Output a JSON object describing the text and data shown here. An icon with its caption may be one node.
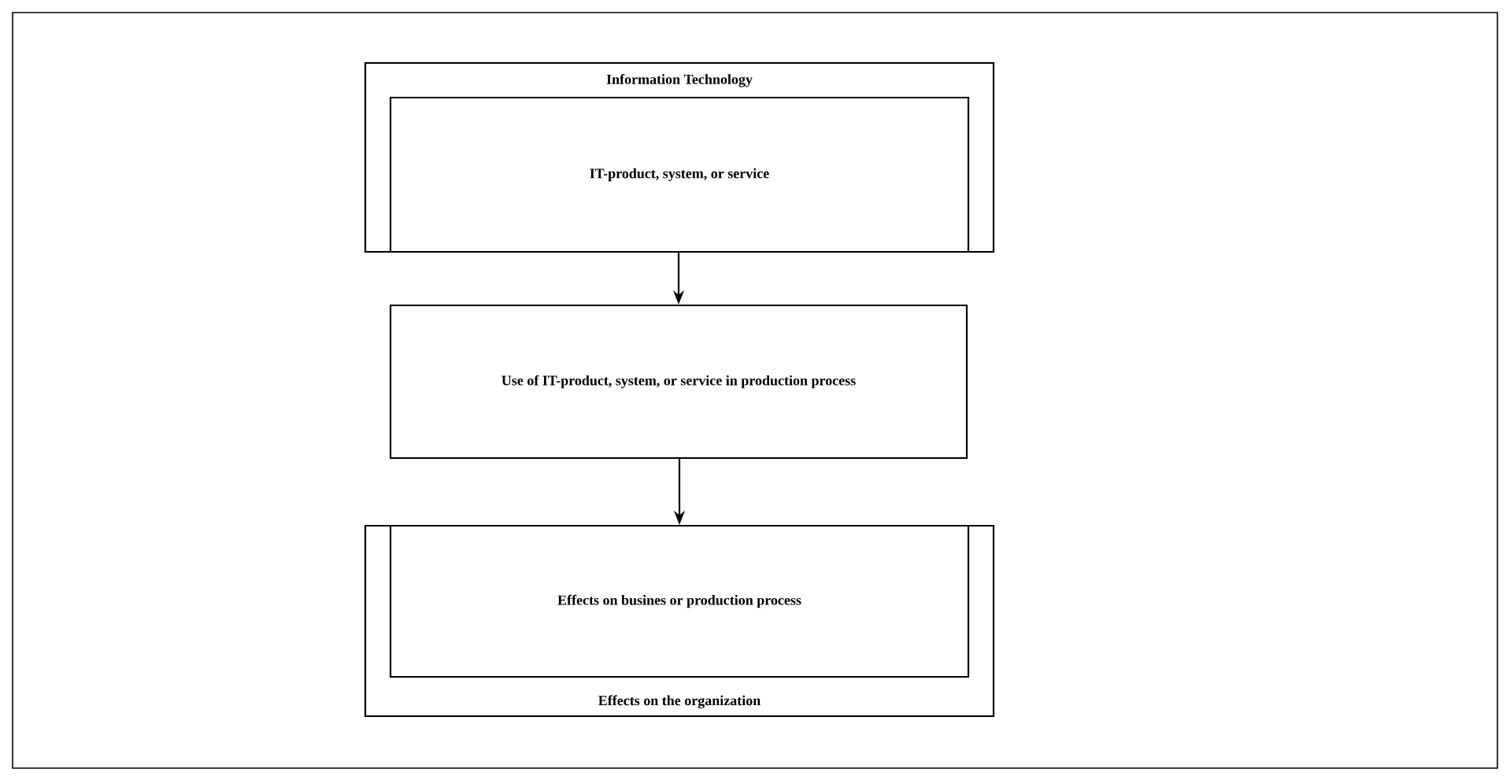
{
  "diagram": {
    "nodes": [
      {
        "text": [
          "Information Technology"
        ]
      },
      {
        "text": [
          "IT-product, system, or service"
        ],
        "in": 0
      },
      {
        "text": [
          "Use of IT-product, system, or service in production process"
        ]
      },
      {
        "text": [
          "Effects on the organization"
        ]
      },
      {
        "text": [
          "Effects on busines or production process"
        ],
        "in": 3
      }
    ],
    "edges": [
      {
        "from": 1,
        "to": 2,
        "arrow": "to"
      },
      {
        "from": 2,
        "to": 4,
        "arrow": "to"
      }
    ]
  }
}
